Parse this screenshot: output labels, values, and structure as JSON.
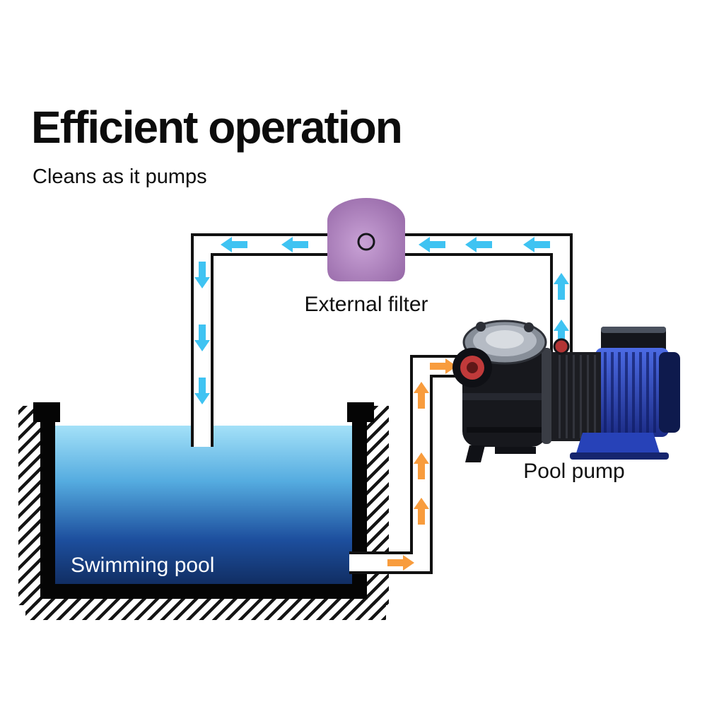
{
  "page": {
    "title": "Efficient operation",
    "subtitle": "Cleans as it pumps"
  },
  "diagram": {
    "labels": {
      "filter": "External filter",
      "pump": "Pool pump",
      "pool": "Swimming pool"
    },
    "colors": {
      "clean_flow_arrow": "#3FC3F2",
      "dirty_flow_arrow": "#F89C3D",
      "filter_center": "#C9A2D6",
      "filter_edge": "#8E5FA0",
      "water_gradient": [
        "#A4E1F8",
        "#55ACE0",
        "#1D4F9E",
        "#112E63"
      ],
      "motor_top": "#4C6BE4",
      "motor_bottom": "#1C2C86",
      "structure": "#050505"
    }
  }
}
